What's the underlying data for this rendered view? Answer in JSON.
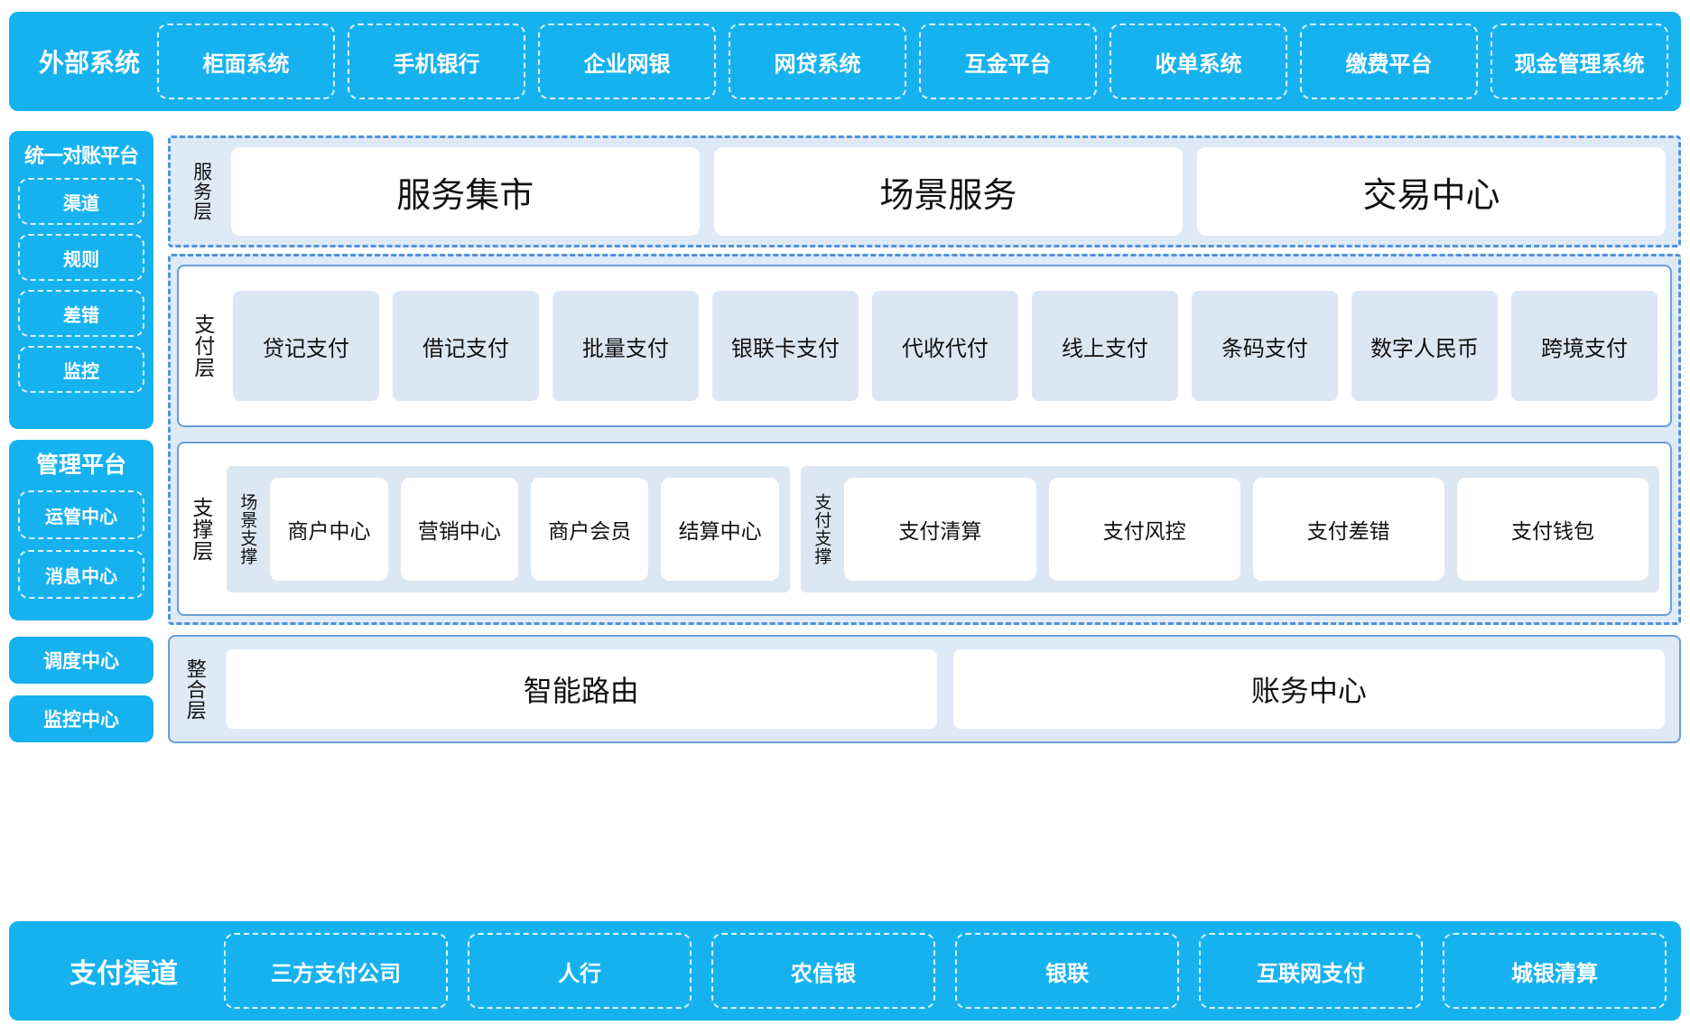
{
  "external_systems": {
    "title": "外部系统",
    "items": [
      "柜面系统",
      "手机银行",
      "企业网银",
      "网贷系统",
      "互金平台",
      "收单系统",
      "缴费平台",
      "现金管理系统"
    ]
  },
  "left_column": {
    "recon_platform": {
      "title": "统一对账平台",
      "items": [
        "渠道",
        "规则",
        "差错",
        "监控"
      ]
    },
    "manage_platform": {
      "title": "管理平台",
      "items": [
        "运管中心",
        "消息中心"
      ]
    },
    "dispatch_center": "调度中心",
    "monitor_center": "监控中心"
  },
  "service_layer": {
    "label": "服务层",
    "cards": [
      "服务集市",
      "场景服务",
      "交易中心"
    ]
  },
  "payment_layer": {
    "label": "支付层",
    "cards": [
      "贷记支付",
      "借记支付",
      "批量支付",
      "银联卡支付",
      "代收代付",
      "线上支付",
      "条码支付",
      "数字人民币",
      "跨境支付"
    ]
  },
  "support_layer": {
    "label": "支撑层",
    "groups": [
      {
        "label": "场景支撑",
        "cards": [
          "商户中心",
          "营销中心",
          "商户会员",
          "结算中心"
        ]
      },
      {
        "label": "支付支撑",
        "cards": [
          "支付清算",
          "支付风控",
          "支付差错",
          "支付钱包"
        ]
      }
    ]
  },
  "integration_layer": {
    "label": "整合层",
    "cards": [
      "智能路由",
      "账务中心"
    ]
  },
  "payment_channels": {
    "title": "支付渠道",
    "items": [
      "三方支付公司",
      "人行",
      "农信银",
      "银联",
      "互联网支付",
      "城银清算"
    ]
  },
  "colors": {
    "brand_blue": "#16B2F0",
    "dash_blue": "#4E93D9",
    "panel_fill": "#DFEAF7",
    "card_fill": "#DCE7F4",
    "panel_border": "#6A9FD8"
  }
}
